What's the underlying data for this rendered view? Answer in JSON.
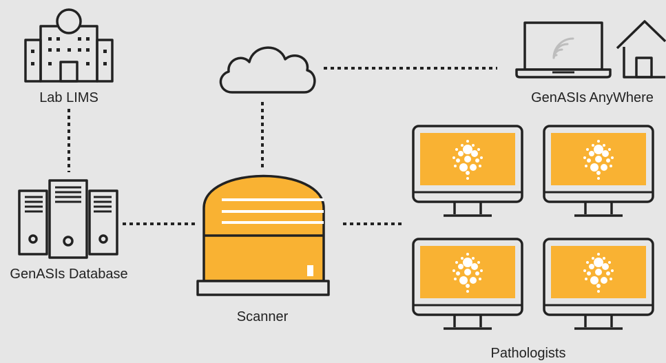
{
  "nodes": {
    "lab_lims": {
      "label": "Lab LIMS",
      "icon": "hospital-building-icon"
    },
    "database": {
      "label": "GenASIs Database",
      "icon": "server-tower-icon"
    },
    "cloud": {
      "icon": "cloud-icon"
    },
    "scanner": {
      "label": "Scanner",
      "icon": "slide-scanner-icon"
    },
    "anywhere": {
      "label": "GenASIs AnyWhere",
      "icons": [
        "laptop-wifi-icon",
        "home-icon"
      ]
    },
    "pathologists": {
      "label": "Pathologists",
      "icon": "monitor-icon",
      "monitor_count": 4
    }
  },
  "connections": [
    {
      "from": "lab_lims",
      "to": "database",
      "style": "dotted"
    },
    {
      "from": "database",
      "to": "scanner",
      "style": "dotted"
    },
    {
      "from": "scanner",
      "to": "cloud",
      "style": "dotted"
    },
    {
      "from": "cloud",
      "to": "anywhere",
      "style": "dotted"
    },
    {
      "from": "scanner",
      "to": "pathologists",
      "style": "dotted"
    }
  ],
  "colors": {
    "background": "#e6e6e6",
    "stroke": "#222222",
    "accent": "#f9b233",
    "white": "#ffffff",
    "text": "#222222"
  }
}
